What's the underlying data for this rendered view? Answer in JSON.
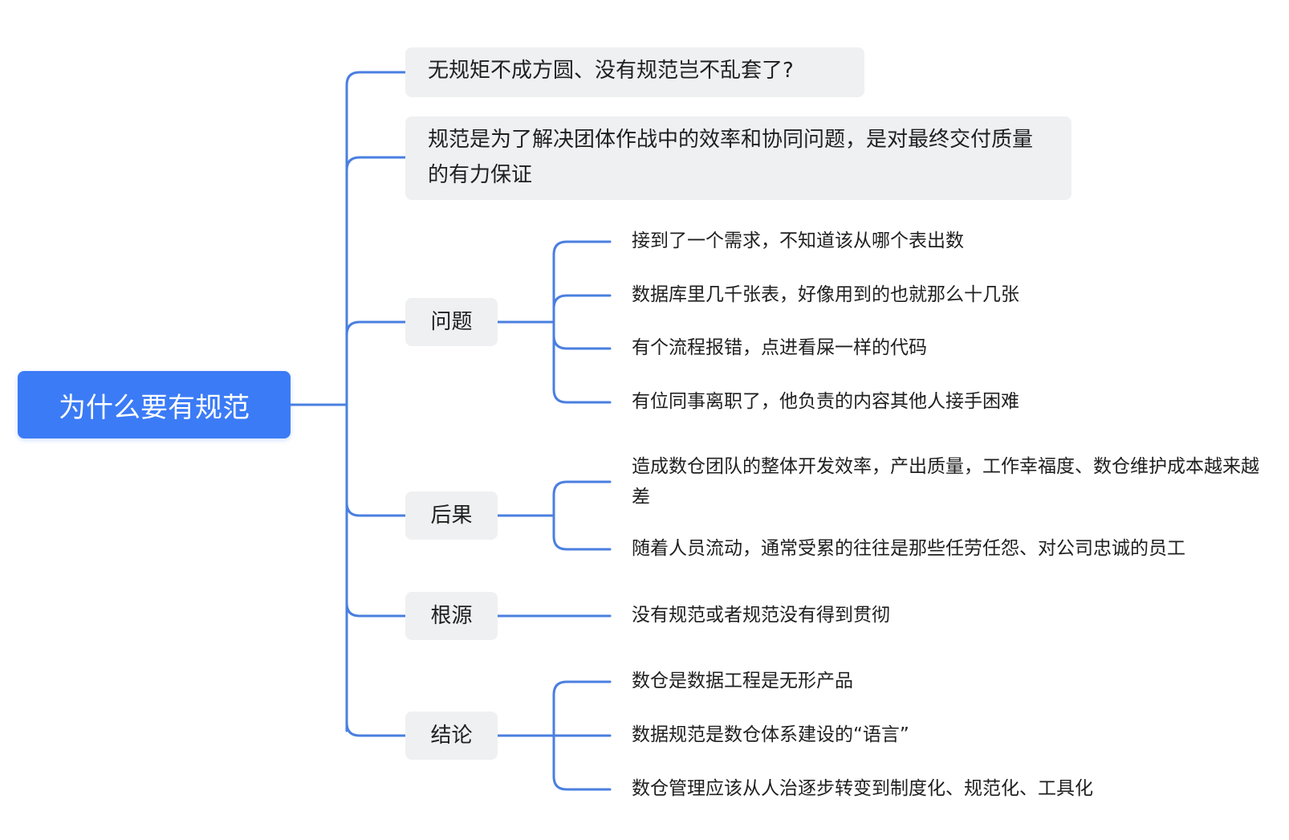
{
  "root": {
    "label": "为什么要有规范"
  },
  "branches": {
    "b1": {
      "label": "无规矩不成方圆、没有规范岂不乱套了?"
    },
    "b2": {
      "label": "规范是为了解决团体作战中的效率和协同问题，是对最终交付质量的有力保证"
    },
    "problems": {
      "label": "问题",
      "items": [
        "接到了一个需求，不知道该从哪个表出数",
        "数据库里几千张表，好像用到的也就那么十几张",
        "有个流程报错，点进看屎一样的代码",
        "有位同事离职了，他负责的内容其他人接手困难"
      ]
    },
    "consequences": {
      "label": "后果",
      "items": [
        "造成数仓团队的整体开发效率，产出质量，工作幸福度、数仓维护成本越来越差",
        "随着人员流动，通常受累的往往是那些任劳任怨、对公司忠诚的员工"
      ]
    },
    "root_cause": {
      "label": "根源",
      "items": [
        "没有规范或者规范没有得到贯彻"
      ]
    },
    "conclusion": {
      "label": "结论",
      "items": [
        "数仓是数据工程是无形产品",
        "数据规范是数仓体系建设的“语言”",
        "数仓管理应该从人治逐步转变到制度化、规范化、工具化"
      ]
    }
  },
  "colors": {
    "root_fill": "#3b7bf6",
    "connector": "#4a7fe0",
    "node_fill": "#eff0f2"
  }
}
